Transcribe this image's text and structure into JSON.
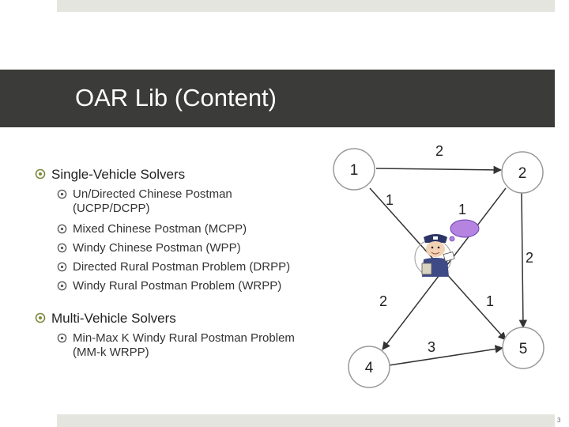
{
  "slide": {
    "title": "OAR Lib (Content)",
    "page_number": "3"
  },
  "sections": [
    {
      "heading": "Single-Vehicle Solvers",
      "items": [
        "Un/Directed Chinese Postman\n(UCPP/DCPP)",
        "Mixed Chinese Postman (MCPP)",
        "Windy Chinese Postman (WPP)",
        "Directed Rural Postman Problem (DRPP)",
        "Windy Rural Postman Problem (WRPP)"
      ]
    },
    {
      "heading": "Multi-Vehicle Solvers",
      "items": [
        "Min-Max K Windy Rural Postman Problem\n(MM-k WRPP)"
      ]
    }
  ],
  "graph": {
    "nodes": [
      {
        "id": "n1",
        "label": "1"
      },
      {
        "id": "n2",
        "label": "2"
      },
      {
        "id": "n4",
        "label": "4"
      },
      {
        "id": "n5",
        "label": "5"
      }
    ],
    "edge_weights": {
      "top": "2",
      "diag_1_upper": "1",
      "diag_2_upper": "1",
      "right": "2",
      "diag_left_lower": "2",
      "diag_right_lower": "1",
      "bottom": "3"
    }
  },
  "colors": {
    "title_band": "#3b3b39",
    "side_bars": "#e5e5df",
    "bubble": "#b484e0"
  }
}
